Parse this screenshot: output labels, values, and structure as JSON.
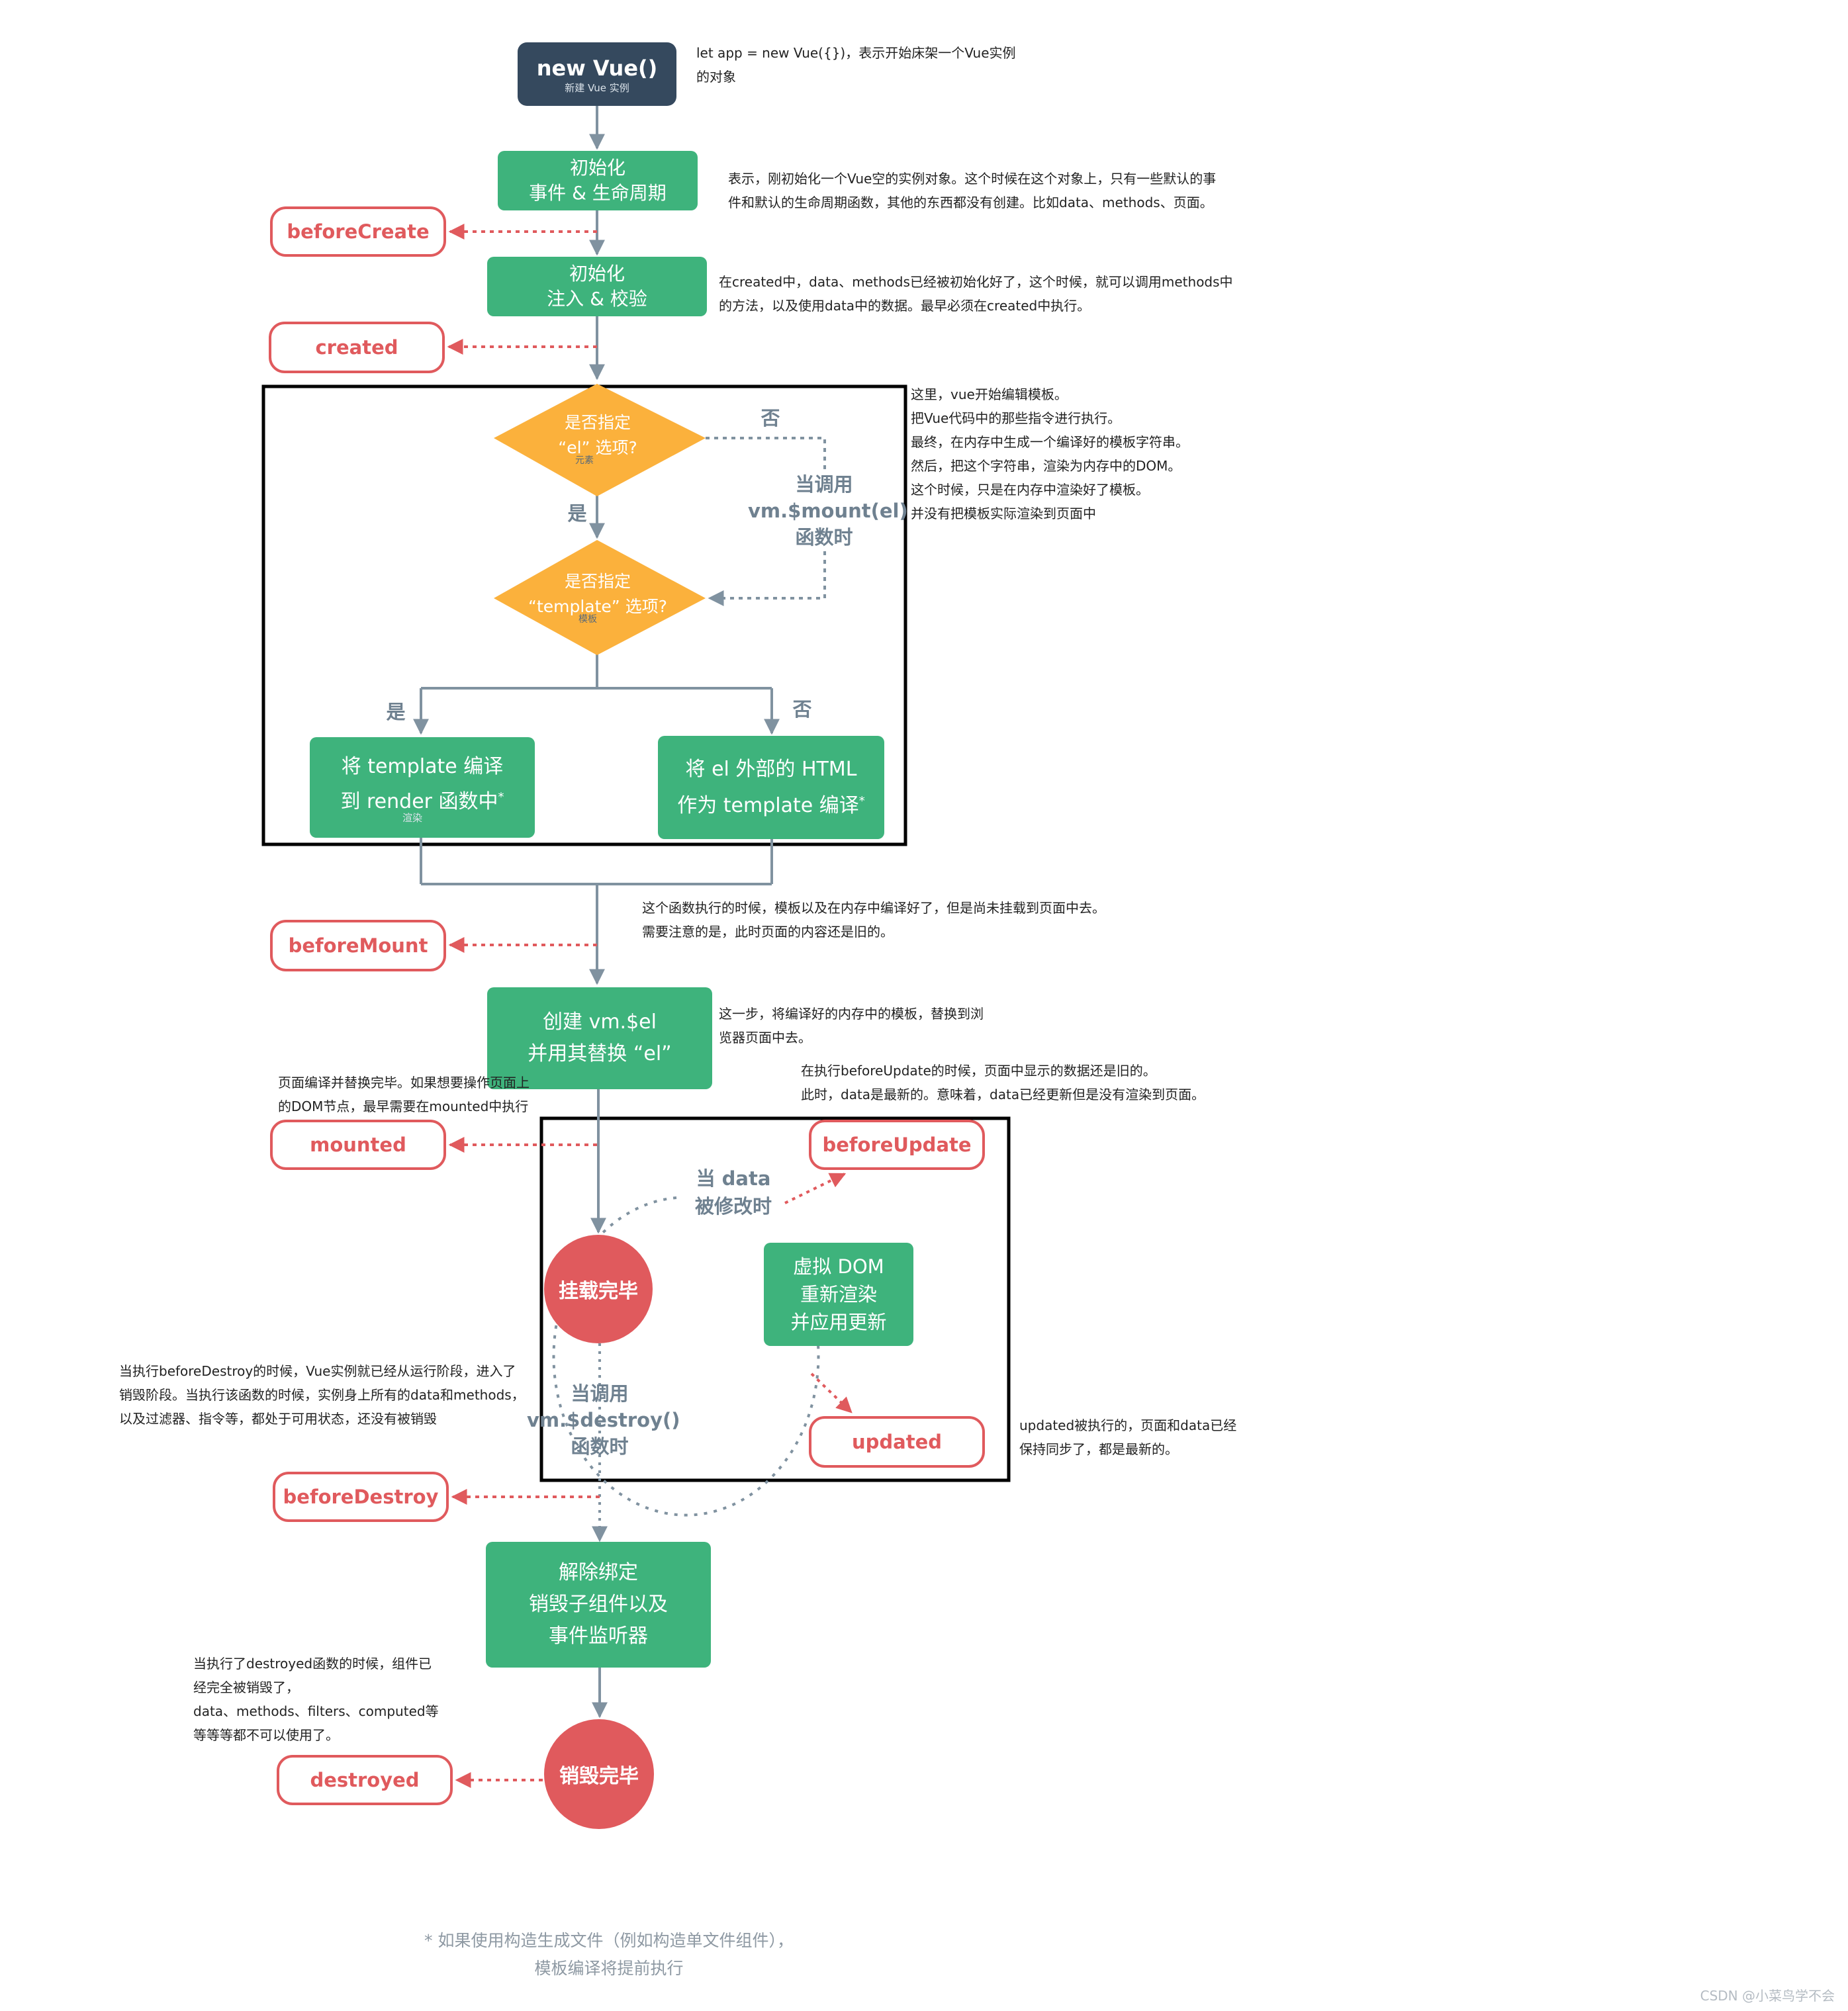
{
  "nodes": {
    "new_vue": {
      "title": "new Vue()",
      "subtitle": "新建 Vue 实例"
    },
    "init_events": {
      "line1": "初始化",
      "line2": "事件 & 生命周期"
    },
    "init_inject": {
      "line1": "初始化",
      "line2": "注入 & 校验"
    },
    "has_el": {
      "line1": "是否指定",
      "line2": "“el” 选项?",
      "hint": "元素"
    },
    "has_template": {
      "line1": "是否指定",
      "line2": "“template” 选项?",
      "hint": "模板"
    },
    "compile_template": {
      "line1": "将 template 编译",
      "line2": "到 render 函数中",
      "mark": "*",
      "hint": "渲染"
    },
    "compile_el": {
      "line1": "将 el 外部的 HTML",
      "line2": "作为 template 编译",
      "mark": "*"
    },
    "create_el": {
      "line1": "创建 vm.$el",
      "line2": "并用其替换 “el”"
    },
    "mounted_state": {
      "label": "挂载完毕"
    },
    "vdom": {
      "line1": "虚拟 DOM",
      "line2": "重新渲染",
      "line3": "并应用更新"
    },
    "teardown": {
      "line1": "解除绑定",
      "line2": "销毁子组件以及",
      "line3": "事件监听器"
    },
    "destroyed_state": {
      "label": "销毁完毕"
    }
  },
  "hooks": {
    "beforeCreate": "beforeCreate",
    "created": "created",
    "beforeMount": "beforeMount",
    "mounted": "mounted",
    "beforeUpdate": "beforeUpdate",
    "updated": "updated",
    "beforeDestroy": "beforeDestroy",
    "destroyed": "destroyed"
  },
  "branch_labels": {
    "el_no": "否",
    "el_yes": "是",
    "template_yes": "是",
    "template_no": "否",
    "mount_call": {
      "line1": "当调用",
      "line2": "vm.$mount(el)",
      "line3": "函数时"
    },
    "data_changed": {
      "line1": "当 data",
      "line2": "被修改时"
    },
    "destroy_call": {
      "line1": "当调用",
      "line2": "vm.$destroy()",
      "line3": "函数时"
    }
  },
  "notes": {
    "new_vue": [
      "let app = new Vue({})，表示开始床架一个Vue实例",
      "的对象"
    ],
    "before_create": [
      "表示，刚初始化一个Vue空的实例对象。这个时候在这个对象上，只有一些默认的事",
      "件和默认的生命周期函数，其他的东西都没有创建。比如data、methods、页面。"
    ],
    "created": [
      "在created中，data、methods已经被初始化好了，这个时候，就可以调用methods中",
      "的方法，以及使用data中的数据。最早必须在created中执行。"
    ],
    "template": [
      "这里，vue开始编辑模板。",
      "把Vue代码中的那些指令进行执行。",
      "最终，在内存中生成一个编译好的模板字符串。",
      "然后，把这个字符串，渲染为内存中的DOM。",
      "这个时候，只是在内存中渲染好了模板。",
      "并没有把模板实际渲染到页面中"
    ],
    "before_mount": [
      "这个函数执行的时候，模板以及在内存中编译好了，但是尚未挂载到页面中去。",
      "需要注意的是，此时页面的内容还是旧的。"
    ],
    "create_el": [
      "这一步，将编译好的内存中的模板，替换到浏",
      "览器页面中去。"
    ],
    "mounted": [
      "页面编译并替换完毕。如果想要操作页面上",
      "的DOM节点，最早需要在mounted中执行"
    ],
    "before_update": [
      "在执行beforeUpdate的时候，页面中显示的数据还是旧的。",
      "此时，data是最新的。意味着，data已经更新但是没有渲染到页面。"
    ],
    "before_destroy": [
      "当执行beforeDestroy的时候，Vue实例就已经从运行阶段，进入了",
      "销毁阶段。当执行该函数的时候，实例身上所有的data和methods，",
      "以及过滤器、指令等，都处于可用状态，还没有被销毁"
    ],
    "updated": [
      "updated被执行的，页面和data已经",
      "保持同步了，都是最新的。"
    ],
    "destroyed": [
      "当执行了destroyed函数的时候，组件已",
      "经完全被销毁了，",
      "data、methods、filters、computed等",
      "等等等都不可以使用了。"
    ]
  },
  "footnote": [
    "*  如果使用构造生成文件（例如构造单文件组件），",
    "模板编译将提前执行"
  ],
  "watermark": "CSDN @小菜鸟学不会",
  "colors": {
    "dark_node": "#35495e",
    "green_node": "#3eb37c",
    "hook_red": "#e05a5d",
    "decision_orange": "#fbb13c",
    "connector_gray": "#8092a0",
    "hook_arrow_red": "#e05a5d"
  }
}
